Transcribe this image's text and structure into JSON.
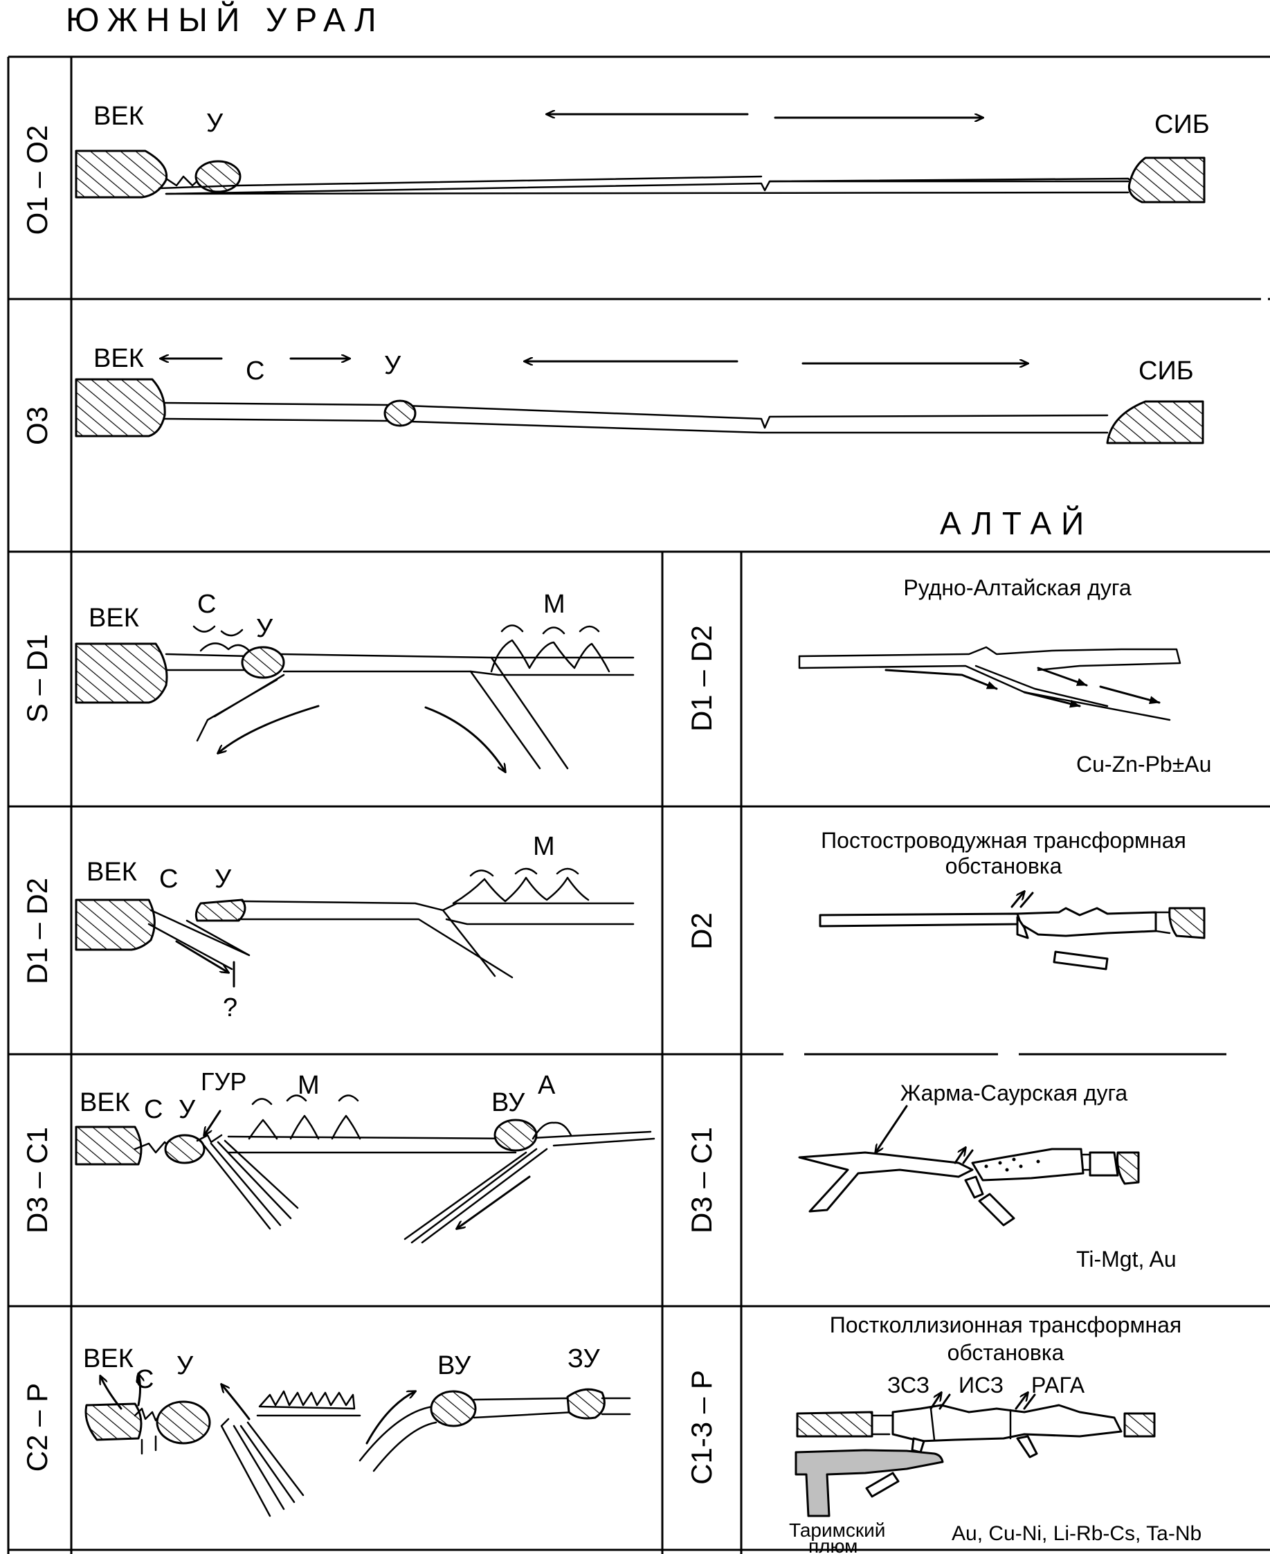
{
  "titles": {
    "south_urals": "ЮЖНЫЙ УРАЛ",
    "altai": "АЛТАЙ"
  },
  "urals_periods": [
    "O1 – O2",
    "O3",
    "S – D1",
    "D1 – D2",
    "D3 – C1",
    "C2 – P"
  ],
  "altai_periods": [
    "D1 – D2",
    "D2",
    "D3 – C1",
    "C1-3 – P"
  ],
  "urals_labels": {
    "p1": {
      "vek": "ВЕК",
      "u": "У",
      "sib": "СИБ"
    },
    "p2": {
      "vek": "ВЕК",
      "s": "С",
      "u": "У",
      "sib": "СИБ"
    },
    "p3": {
      "vek": "ВЕК",
      "s": "С",
      "u": "У",
      "m": "М"
    },
    "p4": {
      "vek": "ВЕК",
      "s": "С",
      "u": "У",
      "m": "М",
      "q": "?"
    },
    "p5": {
      "vek": "ВЕК",
      "s": "С",
      "u": "У",
      "gur": "ГУР",
      "m": "М",
      "vu": "ВУ",
      "a": "А"
    },
    "p6": {
      "vek": "ВЕК",
      "s": "С",
      "u": "У",
      "vu": "ВУ",
      "zu": "ЗУ"
    }
  },
  "altai_panels": {
    "a1": {
      "title": "Рудно-Алтайская дуга",
      "ore": "Cu-Zn-Pb±Au"
    },
    "a2": {
      "title_line1": "Постостроводужная трансформная",
      "title_line2": "обстановка"
    },
    "a3": {
      "title": "Жарма-Саурская дуга",
      "ore": "Ti-Mgt, Au"
    },
    "a4": {
      "title_line1": "Постколлизионная трансформная",
      "title_line2": "обстановка",
      "zsz": "ЗСЗ",
      "isz": "ИСЗ",
      "raga": "РАГА",
      "tarim_line1": "Таримский",
      "tarim_line2": "плюм",
      "ore": "Au, Cu-Ni, Li-Rb-Cs, Ta-Nb"
    }
  },
  "colors": {
    "ink": "#000000",
    "plume_fill": "#bfbfbf",
    "background": "#ffffff"
  }
}
